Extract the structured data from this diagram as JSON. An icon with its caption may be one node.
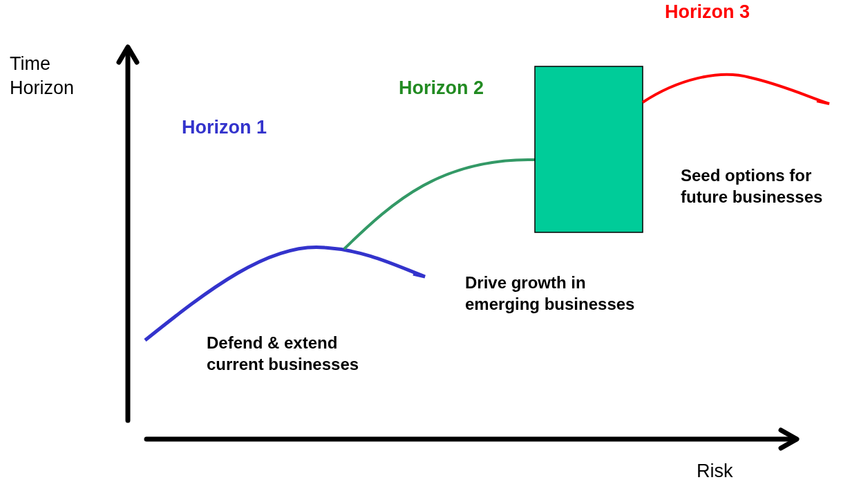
{
  "diagram": {
    "nodes": [
      {
        "text": [],
        "shape": "box"
      }
    ],
    "labels": [
      "Horizon 3",
      "Time Horizon",
      "Horizon 2",
      "Horizon 1",
      "Seed options for future businesses",
      "Drive growth in emerging businesses",
      "Defend & extend current businesses",
      "Risk"
    ]
  }
}
